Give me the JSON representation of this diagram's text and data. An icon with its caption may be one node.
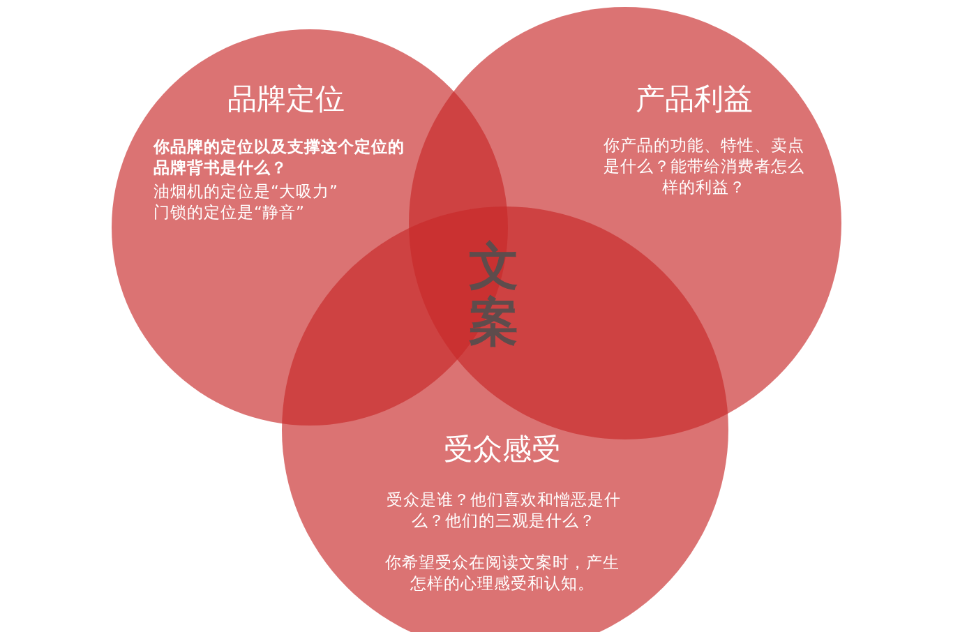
{
  "diagram": {
    "nodes": [
      {
        "text": [
          "品牌定位",
          "你品牌的定位以及支撑这个定位的品牌背书是什么？",
          "油烟机的定位是“大吸力”",
          "门锁的定位是“静音”"
        ]
      },
      {
        "text": [
          "产品利益",
          "你产品的功能、特性、卖点是什么？能带给消费者怎么样的利益？"
        ]
      },
      {
        "text": [
          "受众感受",
          "受众是谁？他们喜欢和憎恶是什么？他们的三观是什么？",
          "你希望受众在阅读文案时，产生怎样的心理感受和认知。"
        ]
      }
    ],
    "labels": [
      "文案"
    ]
  }
}
